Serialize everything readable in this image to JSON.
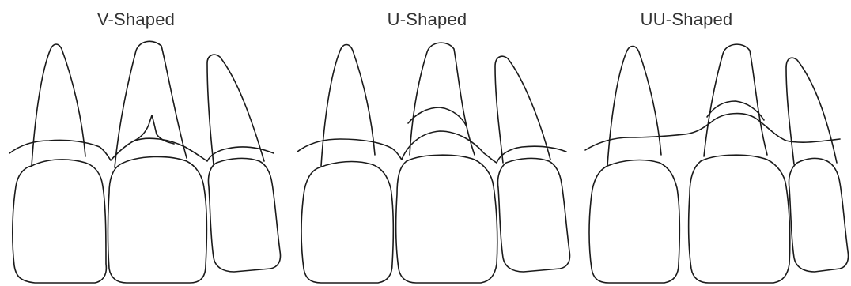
{
  "panels": [
    {
      "id": "v",
      "title": "V-Shaped"
    },
    {
      "id": "u",
      "title": "U-Shaped"
    },
    {
      "id": "uu",
      "title": "UU-Shaped"
    }
  ],
  "colors": {
    "background": "#ffffff",
    "line": "#1a1a1a",
    "label": "#333333"
  }
}
